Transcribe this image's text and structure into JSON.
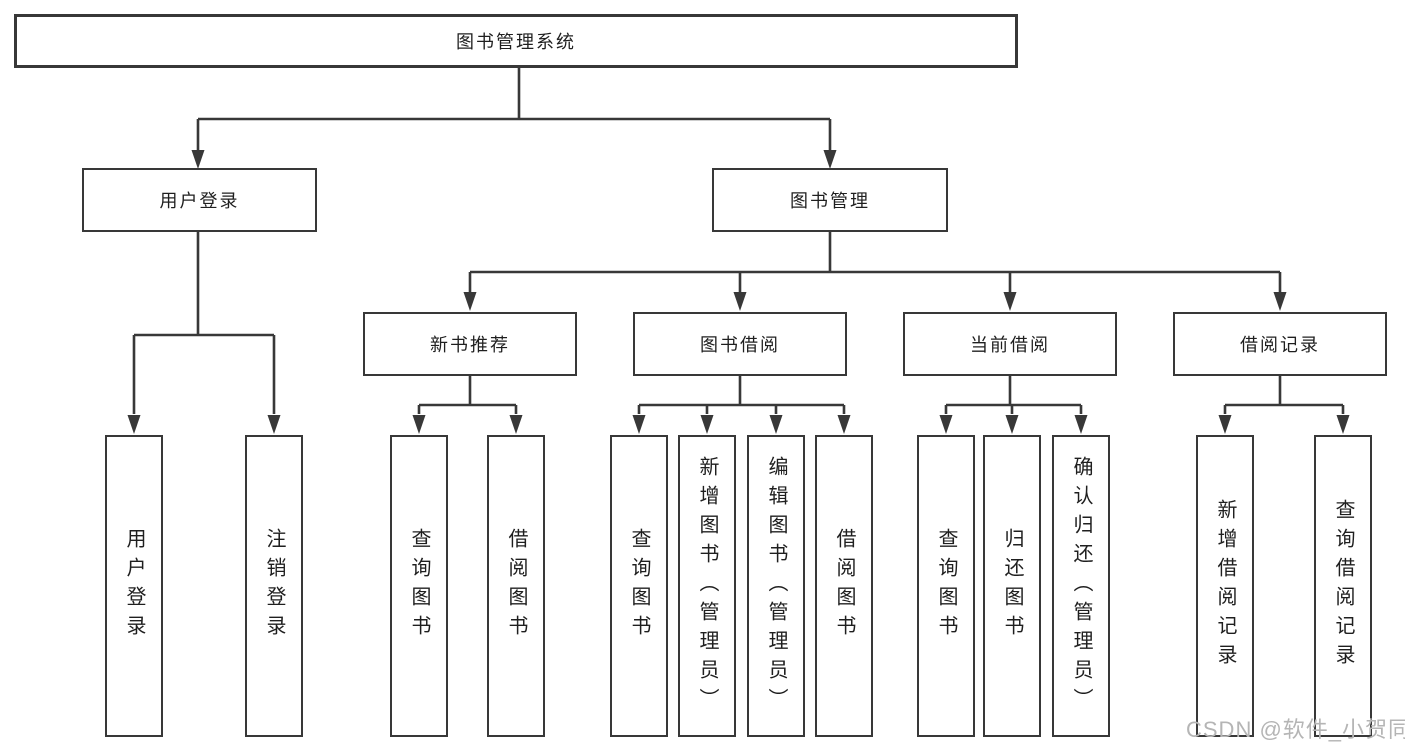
{
  "colors": {
    "line": "#383838",
    "node_border": "#383838",
    "node_text": "#1f1f1f",
    "background": "#ffffff",
    "watermark": "#b5b5b5"
  },
  "watermark": "CSDN @软件_小贺同学",
  "tree": {
    "root": "图书管理系统",
    "branches": [
      {
        "label": "用户登录",
        "leaves": [
          "用户登录",
          "注销登录"
        ]
      },
      {
        "label": "图书管理",
        "groups": [
          {
            "label": "新书推荐",
            "leaves": [
              "查询图书",
              "借阅图书"
            ]
          },
          {
            "label": "图书借阅",
            "leaves": [
              "查询图书",
              "新增图书（管理员）",
              "编辑图书（管理员）",
              "借阅图书"
            ]
          },
          {
            "label": "当前借阅",
            "leaves": [
              "查询图书",
              "归还图书",
              "确认归还（管理员）"
            ]
          },
          {
            "label": "借阅记录",
            "leaves": [
              "新增借阅记录",
              "查询借阅记录"
            ]
          }
        ]
      }
    ]
  }
}
